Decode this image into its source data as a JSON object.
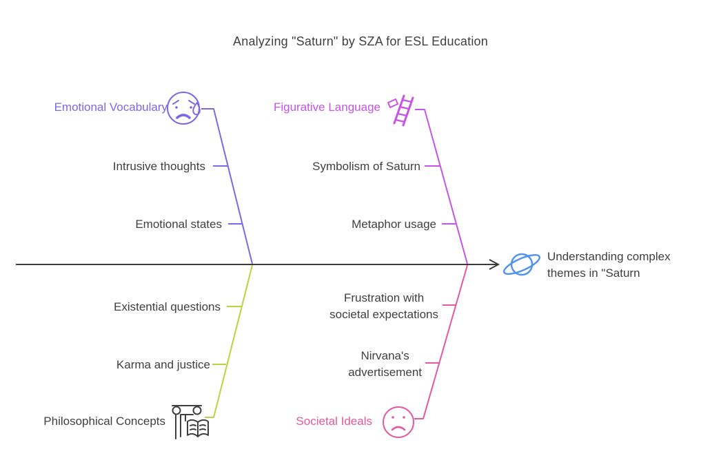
{
  "title": "Analyzing \"Saturn\" by SZA for ESL Education",
  "colors": {
    "emotional": "#7B68E8",
    "figurative": "#C653E6",
    "philosophical_line": "#B5D63B",
    "societal": "#E3589F",
    "saturn_icon": "#5193EE",
    "spine": "#3A3A3A",
    "text": "#3F3F3F"
  },
  "branches": {
    "emotional": {
      "label": "Emotional Vocabulary",
      "icon": "crying-face-icon",
      "items": [
        [
          "Intrusive thoughts"
        ],
        [
          "Emotional states"
        ]
      ]
    },
    "figurative": {
      "label": "Figurative Language",
      "icon": "ladder-icon",
      "items": [
        [
          "Symbolism of Saturn"
        ],
        [
          "Metaphor usage"
        ]
      ]
    },
    "philosophical": {
      "label": "Philosophical Concepts",
      "icon": "greek-column-book-icon",
      "items": [
        [
          "Existential questions"
        ],
        [
          "Karma and justice"
        ]
      ]
    },
    "societal": {
      "label": "Societal Ideals",
      "icon": "sad-face-icon",
      "items": [
        [
          "Frustration with",
          "societal expectations"
        ],
        [
          "Nirvana's",
          "advertisement"
        ]
      ]
    }
  },
  "effect": {
    "icon": "saturn-icon",
    "lines": [
      "Understanding complex",
      "themes in \"Saturn"
    ]
  }
}
